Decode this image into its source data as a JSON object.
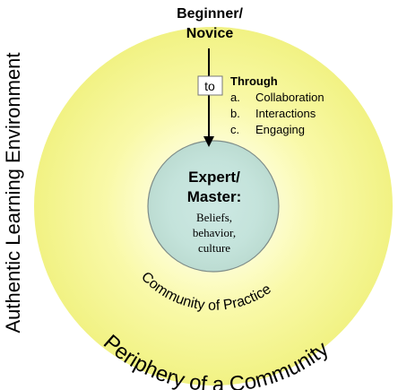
{
  "diagram": {
    "side_label": "Authentic Learning Environment",
    "start_line1": "Beginner/",
    "start_line2": "Novice",
    "arrow_label": "to",
    "through": {
      "title": "Through",
      "items": [
        {
          "marker": "a.",
          "text": "Collaboration"
        },
        {
          "marker": "b.",
          "text": "Interactions"
        },
        {
          "marker": "c.",
          "text": "Engaging"
        }
      ]
    },
    "center": {
      "title_line1": "Expert/",
      "title_line2": "Master:",
      "line1": "Beliefs,",
      "line2": "behavior,",
      "line3": "culture"
    },
    "inner_ring_label": "Community of Practice",
    "outer_ring_label": "Periphery of a Community",
    "colors": {
      "outer_yellow": "#f3f48a",
      "glow_center": "#ffffff",
      "core_fill": "#c6e6e0",
      "core_stroke": "#7d8b88",
      "text": "#000000"
    }
  }
}
